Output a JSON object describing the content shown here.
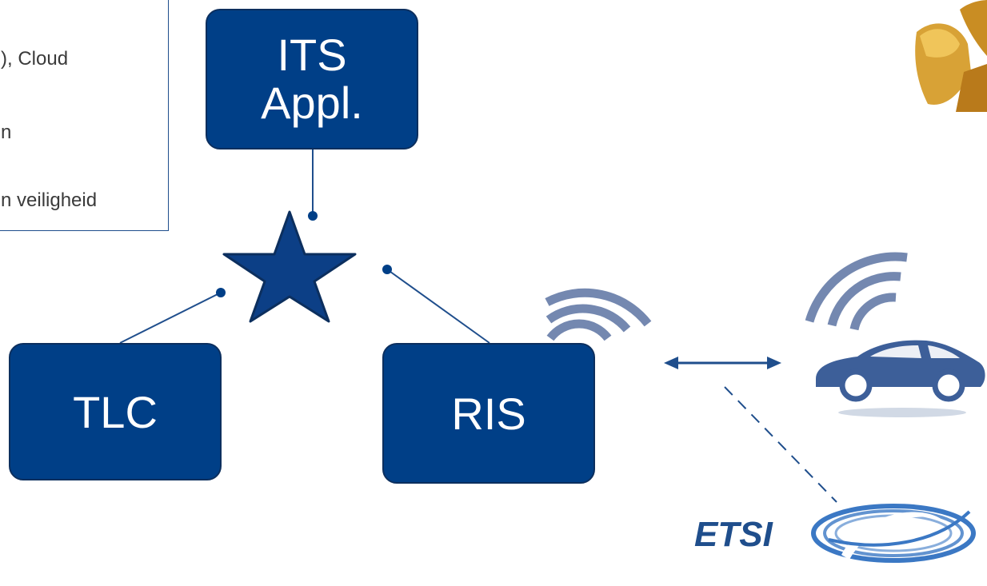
{
  "note": {
    "lines": [
      "), Cloud",
      "n",
      "n veiligheid"
    ]
  },
  "nodes": {
    "its_line1": "ITS",
    "its_line2": "Appl.",
    "tlc": "TLC",
    "ris": "RIS"
  },
  "logos": {
    "etsi": "ETSI"
  },
  "colors": {
    "box_fill": "#003f87",
    "box_border": "#0c2f5e",
    "connector": "#1f4e8c",
    "wifi": "#7488b0",
    "car": "#3d5f99",
    "angel_gold": "#d8a236"
  },
  "icons": [
    "star-hub-icon",
    "wifi-icon",
    "car-icon",
    "double-arrow-icon",
    "etsi-logo",
    "angel-icon"
  ]
}
